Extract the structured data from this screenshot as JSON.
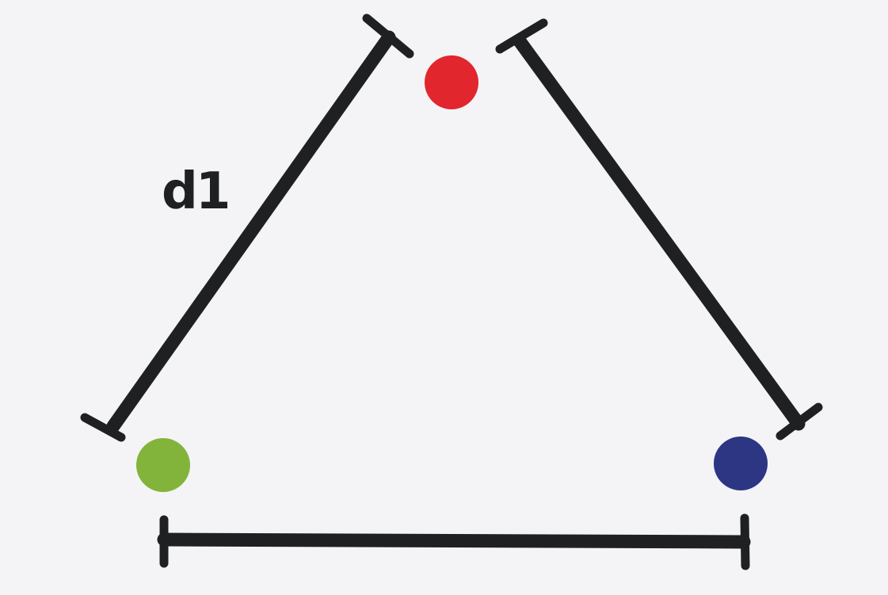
{
  "diagram": {
    "segment_label": "d1",
    "colors": {
      "background": "#f4f4f6",
      "line": "#1f2021",
      "top_point": "#e1262d",
      "left_point": "#82b43c",
      "right_point": "#2c3683"
    },
    "points": [
      {
        "name": "red-point",
        "color": "#e1262d"
      },
      {
        "name": "green-point",
        "color": "#82b43c"
      },
      {
        "name": "blue-point",
        "color": "#2c3683"
      }
    ]
  }
}
